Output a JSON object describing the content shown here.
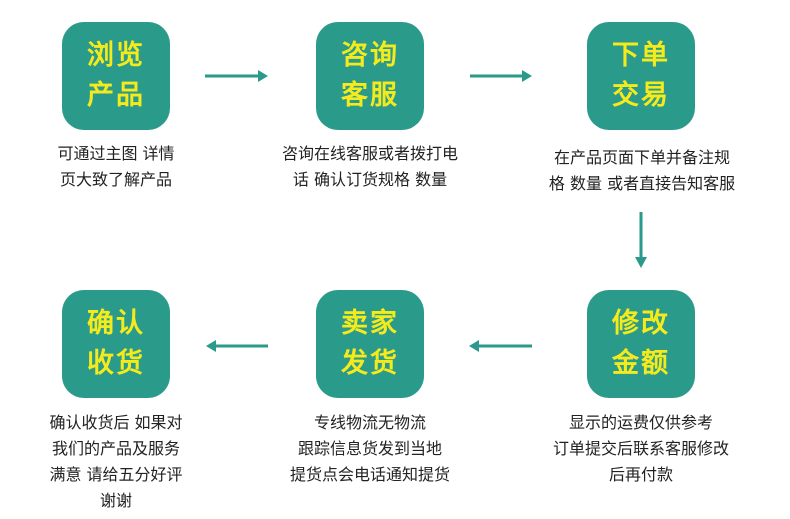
{
  "steps": [
    {
      "title": [
        "浏览",
        "产品"
      ],
      "desc": [
        "可通过主图 详情",
        "页大致了解产品"
      ]
    },
    {
      "title": [
        "咨询",
        "客服"
      ],
      "desc": [
        "咨询在线客服或者拨打电",
        "话 确认订货规格 数量"
      ]
    },
    {
      "title": [
        "下单",
        "交易"
      ],
      "desc": [
        "在产品页面下单并备注规",
        "格 数量 或者直接告知客服"
      ]
    },
    {
      "title": [
        "修改",
        "金额"
      ],
      "desc": [
        "显示的运费仅供参考",
        "订单提交后联系客服修改",
        "后再付款"
      ]
    },
    {
      "title": [
        "卖家",
        "发货"
      ],
      "desc": [
        "专线物流无物流",
        "跟踪信息货发到当地",
        "提货点会电话通知提货"
      ]
    },
    {
      "title": [
        "确认",
        "收货"
      ],
      "desc": [
        "确认收货后 如果对",
        "我们的产品及服务",
        "满意 请给五分好评",
        "谢谢"
      ]
    }
  ],
  "colors": {
    "box_fill": "#2a9a8a",
    "box_text": "#f4ea1c",
    "arrow": "#2a9a8a",
    "desc_text": "#222222"
  }
}
